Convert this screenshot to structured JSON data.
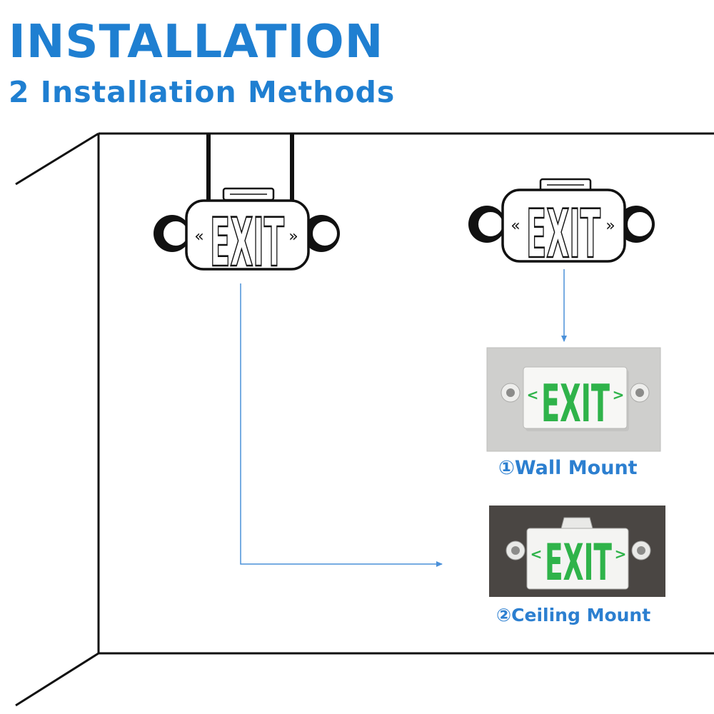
{
  "header": {
    "title": "INSTALLATION",
    "subtitle": "2 Installation Methods"
  },
  "signs": {
    "sign_text": "EXIT",
    "arrow_left": "«",
    "arrow_right": "»",
    "photo_arrow_left": "<",
    "photo_arrow_right": ">"
  },
  "methods": [
    {
      "label": "①Wall Mount",
      "photo_background": "#cfcfcd"
    },
    {
      "label": "②Ceiling Mount",
      "photo_background": "#4a4643"
    }
  ],
  "colors": {
    "heading": "#1f7fd1",
    "leader_line": "#4a90d9",
    "exit_green": "#2fb34a",
    "outline": "#111111"
  }
}
